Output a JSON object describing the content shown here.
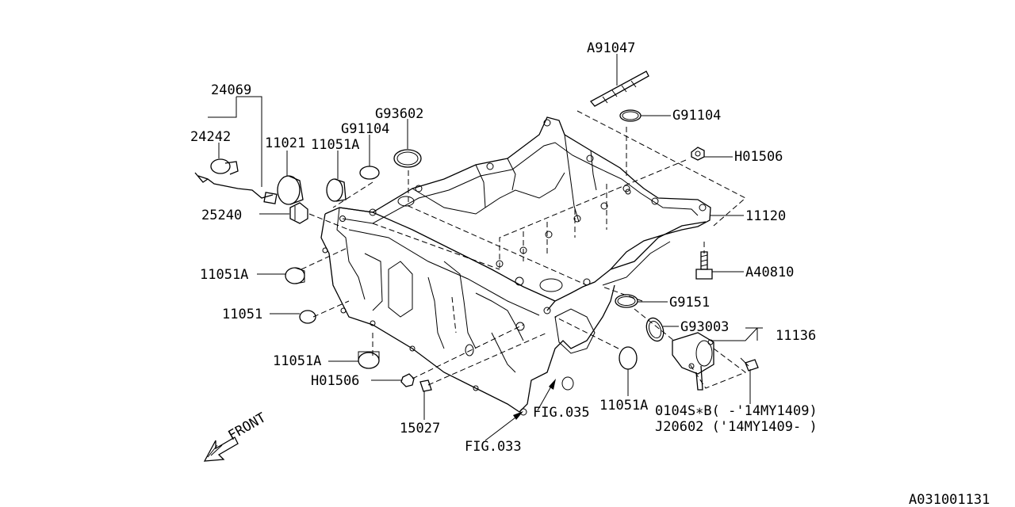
{
  "diagram": {
    "callouts": {
      "a91047": "A91047",
      "g91104_right": "G91104",
      "h01506_top": "H01506",
      "p11120": "11120",
      "a40810": "A40810",
      "g9151": "G9151",
      "g93003": "G93003",
      "p11136": "11136",
      "p0104s": "0104S∗B( -'14MY1409)",
      "j20602": "J20602 ('14MY1409- )",
      "p24069": "24069",
      "p24242": "24242",
      "p11021": "11021",
      "p11051a_top": "11051A",
      "g91104_left": "G91104",
      "g93602": "G93602",
      "p25240": "25240",
      "p11051a_left": "11051A",
      "p11051": "11051",
      "p11051a_bottom": "11051A",
      "h01506_bottom": "H01506",
      "p15027": "15027",
      "fig033": "FIG.033",
      "fig035": "FIG.035",
      "p11051a_right": "11051A",
      "front": "FRONT",
      "ref": "A031001131"
    }
  }
}
